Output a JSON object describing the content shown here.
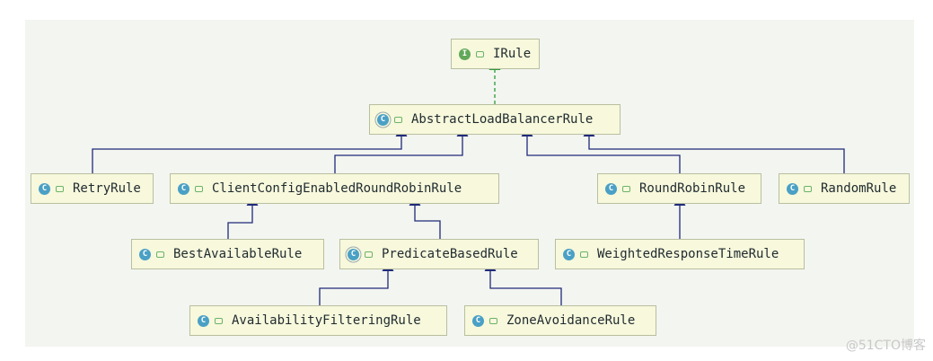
{
  "nodes": [
    {
      "id": "irule",
      "label": "IRule",
      "kind": "interface",
      "badge": "I"
    },
    {
      "id": "alb",
      "label": "AbstractLoadBalancerRule",
      "kind": "abstract",
      "badge": "C"
    },
    {
      "id": "retry",
      "label": "RetryRule",
      "kind": "class",
      "badge": "C"
    },
    {
      "id": "ccerr",
      "label": "ClientConfigEnabledRoundRobinRule",
      "kind": "class",
      "badge": "C"
    },
    {
      "id": "rr",
      "label": "RoundRobinRule",
      "kind": "class",
      "badge": "C"
    },
    {
      "id": "random",
      "label": "RandomRule",
      "kind": "class",
      "badge": "C"
    },
    {
      "id": "best",
      "label": "BestAvailableRule",
      "kind": "class",
      "badge": "C"
    },
    {
      "id": "pred",
      "label": "PredicateBasedRule",
      "kind": "abstract",
      "badge": "C"
    },
    {
      "id": "wrt",
      "label": "WeightedResponseTimeRule",
      "kind": "class",
      "badge": "C"
    },
    {
      "id": "avail",
      "label": "AvailabilityFilteringRule",
      "kind": "class",
      "badge": "C"
    },
    {
      "id": "zone",
      "label": "ZoneAvoidanceRule",
      "kind": "class",
      "badge": "C"
    }
  ],
  "edges": [
    {
      "from": "alb",
      "to": "irule",
      "type": "implements"
    },
    {
      "from": "retry",
      "to": "alb",
      "type": "extends"
    },
    {
      "from": "ccerr",
      "to": "alb",
      "type": "extends"
    },
    {
      "from": "rr",
      "to": "alb",
      "type": "extends"
    },
    {
      "from": "random",
      "to": "alb",
      "type": "extends"
    },
    {
      "from": "best",
      "to": "ccerr",
      "type": "extends"
    },
    {
      "from": "pred",
      "to": "ccerr",
      "type": "extends"
    },
    {
      "from": "wrt",
      "to": "rr",
      "type": "extends"
    },
    {
      "from": "avail",
      "to": "pred",
      "type": "extends"
    },
    {
      "from": "zone",
      "to": "pred",
      "type": "extends"
    }
  ],
  "colors": {
    "extends": "#1f2a7a",
    "implements": "#2e9a3a"
  },
  "watermark": "@51CTO博客"
}
